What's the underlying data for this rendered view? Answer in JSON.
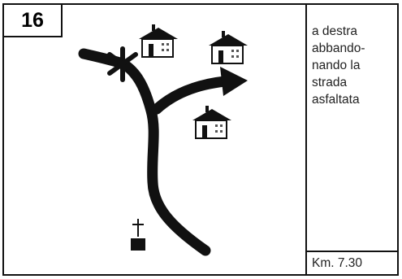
{
  "card": {
    "number": "16",
    "instruction_lines": [
      "a destra",
      "abbando-",
      "nando la",
      "strada",
      "asfaltata"
    ],
    "distance": "Km. 7.30"
  },
  "icons": {
    "junction": "asterisk-junction-icon",
    "route_arrow": "right-arrow-icon",
    "houses": "house-icon",
    "shrine": "cross-shrine-icon"
  },
  "colors": {
    "ink": "#111111",
    "background": "#ffffff"
  }
}
